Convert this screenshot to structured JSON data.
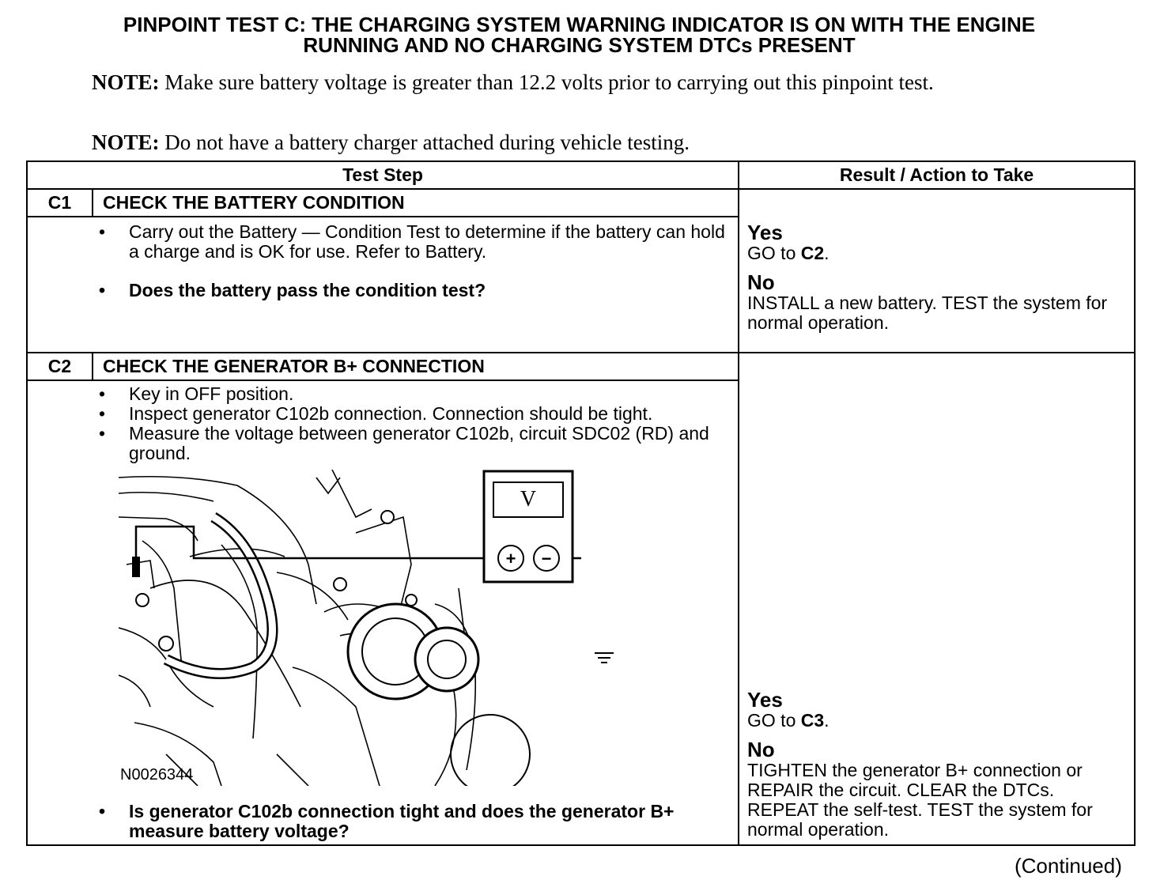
{
  "title": {
    "line1": "PINPOINT TEST C: THE CHARGING SYSTEM WARNING INDICATOR IS ON WITH THE ENGINE",
    "line2": "RUNNING AND NO CHARGING SYSTEM DTCs PRESENT"
  },
  "notes": [
    {
      "label": "NOTE:",
      "text": " Make sure battery voltage is greater than 12.2 volts prior to carrying out this pinpoint test."
    },
    {
      "label": "NOTE:",
      "text": " Do not have a battery charger attached during vehicle testing."
    }
  ],
  "table": {
    "header_step": "Test Step",
    "header_result": "Result / Action to Take",
    "steps": [
      {
        "id": "C1",
        "title": "CHECK THE BATTERY CONDITION",
        "items": [
          "Carry out the Battery — Condition Test to determine if the battery can hold a charge and is OK for use. Refer to Battery."
        ],
        "question": "Does the battery pass the condition test?",
        "yes_label": "Yes",
        "yes_text": "GO to ",
        "yes_target": "C2",
        "no_label": "No",
        "no_text": "INSTALL a new battery. TEST the system for normal operation."
      },
      {
        "id": "C2",
        "title": "CHECK THE GENERATOR B+ CONNECTION",
        "items": [
          "Key in OFF position.",
          "Inspect generator C102b connection. Connection should be tight.",
          "Measure the voltage between generator C102b, circuit SDC02 (RD) and ground."
        ],
        "figure_id": "N0026344",
        "meter_symbol": "V",
        "meter_plus": "+",
        "meter_minus": "−",
        "question": "Is generator C102b connection tight and does the generator B+ measure battery voltage?",
        "yes_label": "Yes",
        "yes_text": "GO to ",
        "yes_target": "C3",
        "no_label": "No",
        "no_text": "TIGHTEN the generator B+ connection or REPAIR the circuit. CLEAR the DTCs. REPEAT the self-test. TEST the system for normal operation."
      }
    ]
  },
  "footer": "(Continued)"
}
